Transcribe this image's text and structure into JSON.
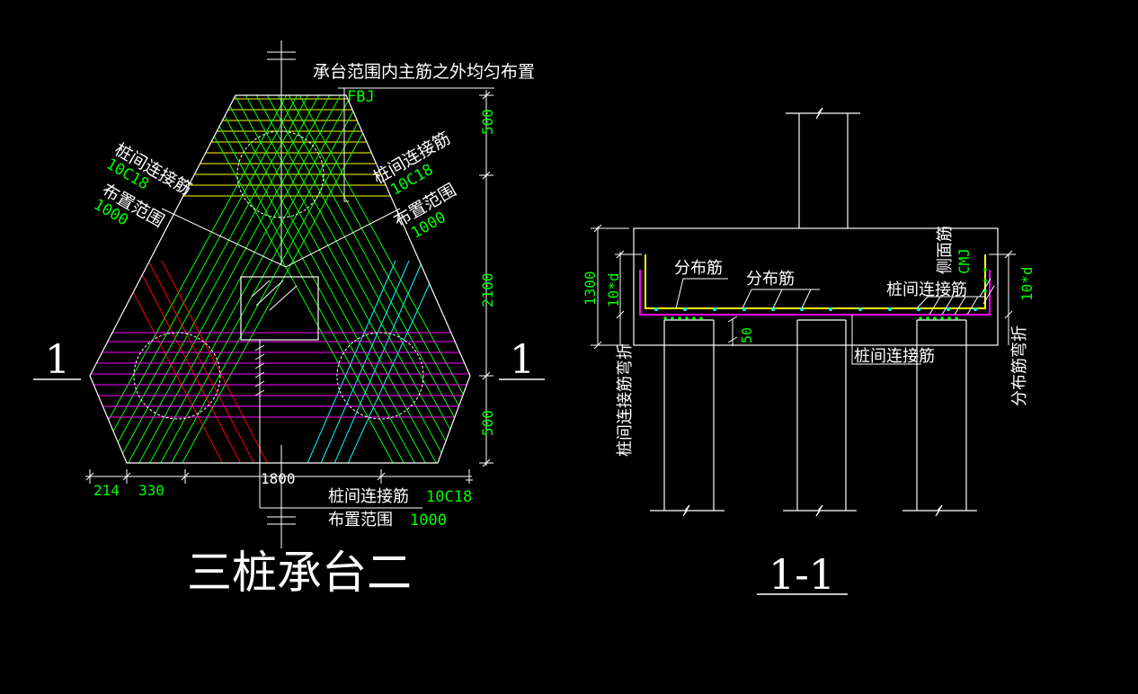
{
  "colors": {
    "background": "#000000",
    "outline": "#ffffff",
    "dim_text": "#00ff00",
    "label_text": "#ffffff",
    "rebar_yellow": "#ffff00",
    "rebar_green": "#00ff00",
    "rebar_magenta": "#ff00ff",
    "rebar_red": "#ff0000",
    "rebar_cyan": "#00ffff"
  },
  "plan": {
    "title": "三桩承台二",
    "section_mark_left": "1",
    "section_mark_right": "1",
    "top_note": "承台范围内主筋之外均匀布置",
    "fbj": "FBJ",
    "left_label": {
      "name": "桩间连接筋",
      "bars": "10C18",
      "range_label": "布置范围",
      "range": "1000"
    },
    "right_label": {
      "name": "桩间连接筋",
      "bars": "10C18",
      "range_label": "布置范围",
      "range": "1000"
    },
    "bottom_label": {
      "name": "桩间连接筋",
      "bars": "10C18",
      "range_label": "布置范围",
      "range": "1000"
    },
    "dims_right": [
      "500",
      "2100",
      "500"
    ],
    "dims_bottom": [
      "214",
      "330",
      "1800"
    ]
  },
  "section": {
    "title": "1-1",
    "height_dim": "1300",
    "left_bend": "10*d",
    "right_bend": "10*d",
    "cover": "50",
    "distribution_bar_1": "分布筋",
    "distribution_bar_2": "分布筋",
    "side_bar": "侧面筋",
    "side_bar_code": "CMJ",
    "link_bar_top": "桩间连接筋",
    "link_bar_bottom": "桩间连接筋",
    "left_vertical_note": "桩间连接筋弯折",
    "right_vertical_note": "分布筋弯折"
  }
}
